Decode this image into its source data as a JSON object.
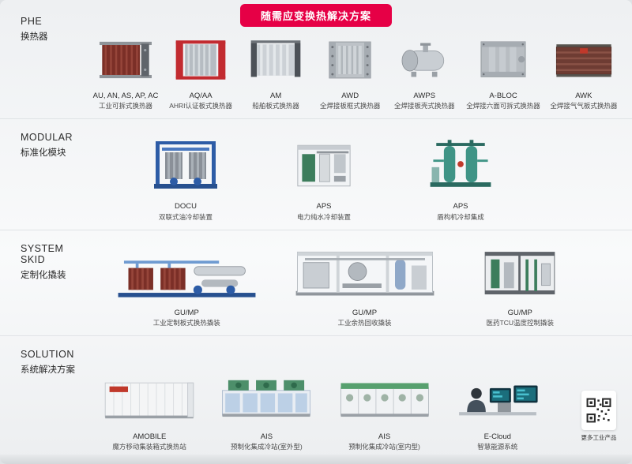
{
  "page": {
    "title": "随需应变换热解决方案"
  },
  "colors": {
    "accent": "#e60046"
  },
  "sections": [
    {
      "label_en": "PHE",
      "label_zh": "换热器",
      "products": [
        {
          "name": "AU, AN, AS, AP, AC",
          "desc": "工业可拆式换热器",
          "img": "phe-gasketed"
        },
        {
          "name": "AQ/AA",
          "desc": "AHRI认证板式换热器",
          "img": "phe-red"
        },
        {
          "name": "AM",
          "desc": "船舶板式换热器",
          "img": "phe-marine"
        },
        {
          "name": "AWD",
          "desc": "全焊接板框式换热器",
          "img": "awd"
        },
        {
          "name": "AWPS",
          "desc": "全焊接板壳式换热器",
          "img": "awps"
        },
        {
          "name": "A-BLOC",
          "desc": "全焊接六面可拆式换热器",
          "img": "abloc"
        },
        {
          "name": "AWK",
          "desc": "全焊接气气板式换热器",
          "img": "awk"
        }
      ]
    },
    {
      "label_en": "MODULAR",
      "label_zh": "标准化模块",
      "products": [
        {
          "name": "DOCU",
          "desc": "双联式油冷却装置",
          "img": "docu"
        },
        {
          "name": "APS",
          "desc": "电力纯水冷却装置",
          "img": "aps-water"
        },
        {
          "name": "APS",
          "desc": "盾构机冷却集成",
          "img": "aps-tbm"
        }
      ]
    },
    {
      "label_en": "SYSTEM SKID",
      "label_zh": "定制化撬装",
      "products": [
        {
          "name": "GU/MP",
          "desc": "工业定制板式换热撬装",
          "img": "skid-plate"
        },
        {
          "name": "GU/MP",
          "desc": "工业余热回收撬装",
          "img": "skid-heat"
        },
        {
          "name": "GU/MP",
          "desc": "医药TCU温度控制撬装",
          "img": "skid-tcu"
        }
      ]
    },
    {
      "label_en": "SOLUTION",
      "label_zh": "系统解决方案",
      "products": [
        {
          "name": "AMOBILE",
          "desc": "魔方移动集装箱式换热站",
          "img": "container"
        },
        {
          "name": "AIS",
          "desc": "预制化集成冷站(室外型)",
          "img": "ais-outdoor"
        },
        {
          "name": "AIS",
          "desc": "预制化集成冷站(室内型)",
          "img": "ais-indoor"
        },
        {
          "name": "E-Cloud",
          "desc": "智慧能源系统",
          "img": "ecloud"
        }
      ]
    }
  ],
  "qr": {
    "caption": "更多工业产品"
  }
}
